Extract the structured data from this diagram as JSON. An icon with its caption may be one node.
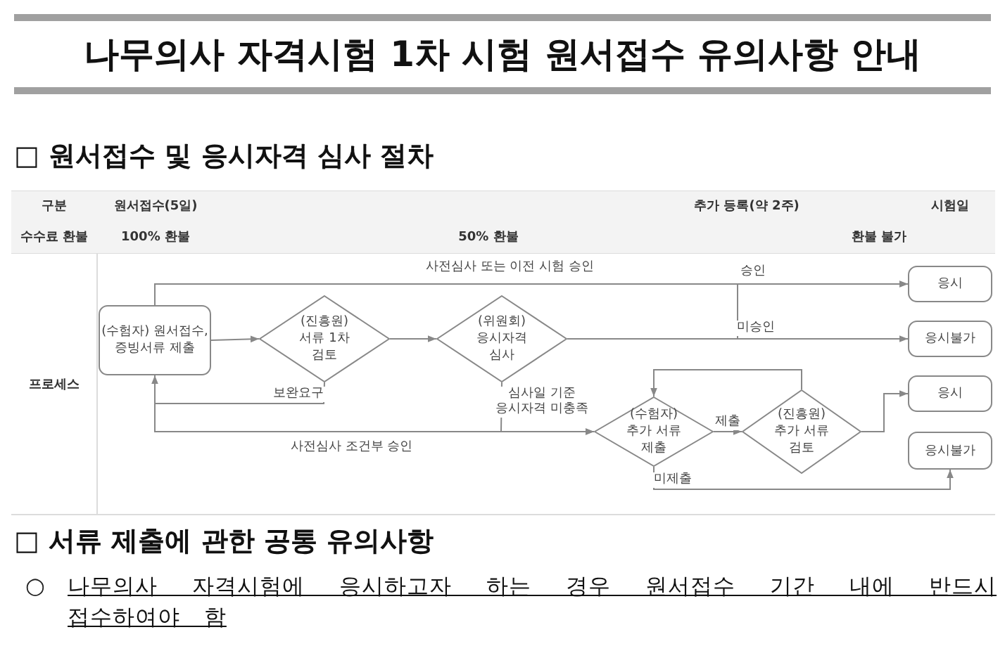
{
  "diagram": {
    "title": "나무의사 자격시험 1차 시험 원서접수 유의사항 안내",
    "nodes": [
      {
        "text": [
          "(수험자) 원서접수, 증빙서류 제출"
        ]
      },
      {
        "text": [
          "(진흥원) 서류 1차 검토"
        ]
      },
      {
        "text": [
          "(위원회) 응시자격 심사"
        ]
      },
      {
        "text": [
          "응시"
        ]
      },
      {
        "text": [
          "응시불가"
        ]
      },
      {
        "text": [
          "(수험자) 추가 서류 제출"
        ]
      },
      {
        "text": [
          "(진흥원) 추가 서류 검토"
        ]
      },
      {
        "text": [
          "응시"
        ]
      },
      {
        "text": [
          "응시불가"
        ]
      }
    ],
    "edges": [
      {
        "from": 0,
        "to": 1,
        "arrow": "to"
      },
      {
        "from": 1,
        "to": 2,
        "arrow": "to"
      },
      {
        "from": 1,
        "to": 0,
        "arrow": "to",
        "label": "보완요구"
      },
      {
        "from": 0,
        "to": 3,
        "arrow": "to",
        "label": "사전심사 또는 이전 시험 승인"
      },
      {
        "from": 2,
        "to": 3,
        "arrow": "to",
        "label": "승인"
      },
      {
        "from": 2,
        "to": 4,
        "arrow": "to",
        "label": "미승인"
      },
      {
        "from": 0,
        "to": 5,
        "arrow": "to",
        "label": "사전심사 조건부 승인"
      },
      {
        "from": 2,
        "to": 5,
        "arrow": "to",
        "label": "심사일 기준 응시자격 미충족"
      },
      {
        "from": 5,
        "to": 6,
        "arrow": "to",
        "label": "제출"
      },
      {
        "from": 6,
        "to": 5,
        "arrow": "to"
      },
      {
        "from": 6,
        "to": 7,
        "arrow": "to"
      },
      {
        "from": 5,
        "to": 8,
        "arrow": "to",
        "label": "미제출"
      }
    ],
    "labels": [
      "□ 원서접수 및 응시자격 심사 절차",
      "구분",
      "원서접수(5일)",
      "추가 등록(약 2주)",
      "시험일",
      "수수료 환불",
      "100% 환불",
      "50% 환불",
      "환불 불가",
      "프로세스",
      "□ 서류 제출에 관한 공통 유의사항",
      "○",
      "나무의사 자격시험에 응시하고자 하는 경우 원서접수 기간 내에 반드시 접수하여야 함"
    ]
  }
}
